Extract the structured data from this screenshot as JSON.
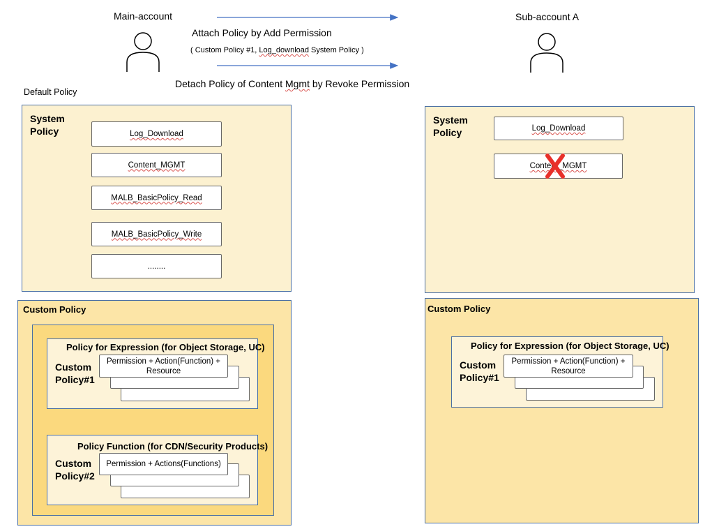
{
  "header": {
    "main_account": "Main-account",
    "sub_account": "Sub-account A",
    "attach": "Attach Policy by Add Permission",
    "attach_note_prefix": "( Custom Policy #1, ",
    "attach_note_wavy": "Log_download",
    "attach_note_suffix": " System Policy )",
    "detach_prefix": "Detach Policy of Content ",
    "detach_wavy": "Mgmt",
    "detach_suffix": "  by Revoke Permission",
    "arrow_color": "#4472c4"
  },
  "left": {
    "default_label": "Default Policy",
    "system": {
      "title_line1": "System",
      "title_line2": "Policy",
      "items": [
        "Log_Download",
        "Content_MGMT",
        "MALB_BasicPolicy_Read",
        "MALB_BasicPolicy_Write",
        "........"
      ]
    },
    "custom": {
      "title": "Custom Policy",
      "p1": {
        "heading": "Policy for Expression (for Object Storage, UC)",
        "label_line1": "Custom",
        "label_line2": "Policy#1",
        "card": "Permission + Action(Function) + Resource"
      },
      "p2": {
        "heading": "Policy Function (for CDN/Security Products)",
        "label_line1": "Custom",
        "label_line2": "Policy#2",
        "card": "Permission + Actions(Functions)"
      }
    }
  },
  "right": {
    "system": {
      "title_line1": "System",
      "title_line2": "Policy",
      "items": [
        "Log_Download",
        "Content_MGMT"
      ],
      "x_mark_color": "#e8302a"
    },
    "custom": {
      "title": "Custom Policy",
      "p1": {
        "heading": "Policy for Expression (for Object Storage, UC)",
        "label_line1": "Custom",
        "label_line2": "Policy#1",
        "card": "Permission + Action(Function) + Resource"
      }
    }
  },
  "colors": {
    "system_bg": "#fcf1d0",
    "custom_bg": "#fce5a7",
    "custom_inner_bg": "#fbd97e",
    "border": "#4a6fa5"
  }
}
